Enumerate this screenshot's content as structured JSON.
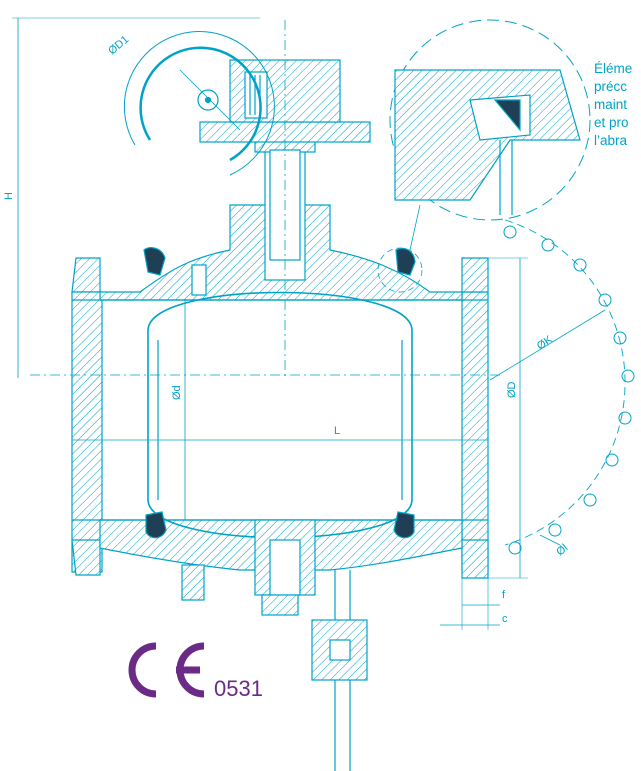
{
  "annotation": {
    "lines": [
      "Éléme",
      "précc",
      "maint",
      "et pro",
      "l’abra"
    ]
  },
  "dimensions": {
    "d1": "ØD1",
    "h": "H",
    "k": "ØK",
    "d_small": "Ød",
    "d_large": "ØD",
    "l": "L",
    "i": "Øl",
    "f": "f",
    "c": "c"
  },
  "ce_mark": {
    "number": "0531",
    "color": "#6b2a86"
  },
  "colors": {
    "line": "#00a3c7",
    "hatch": "#00a3c7"
  }
}
